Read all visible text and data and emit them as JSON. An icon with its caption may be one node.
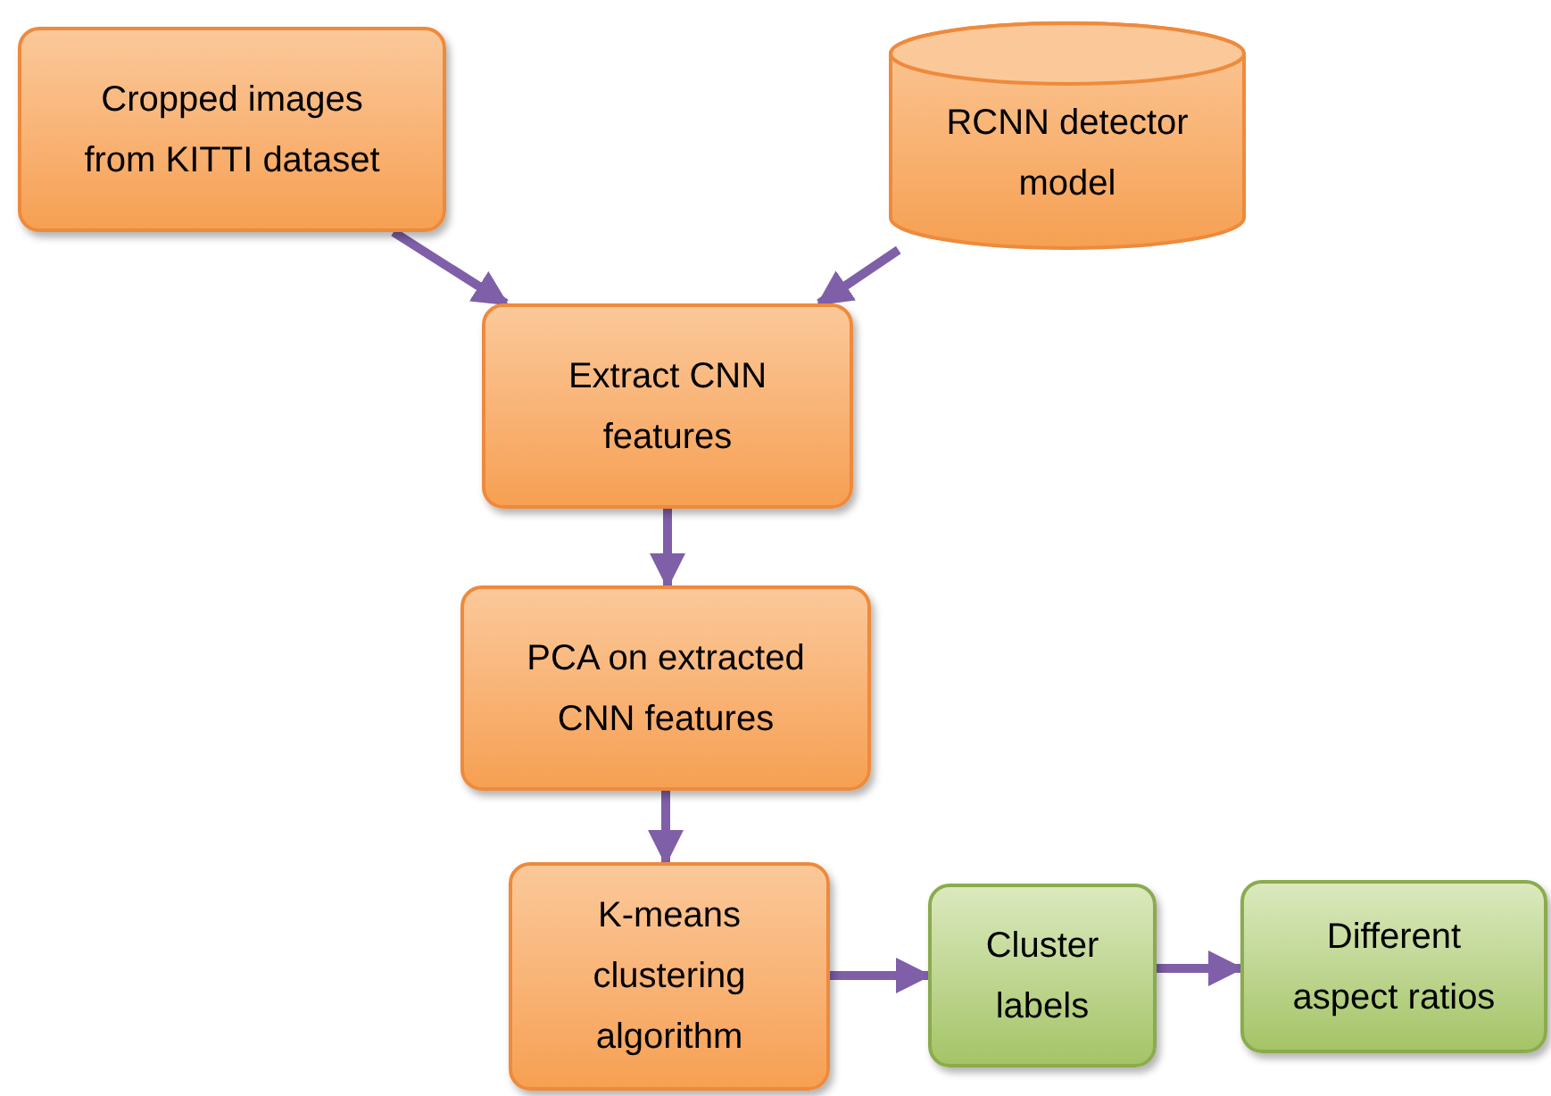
{
  "diagram": {
    "nodes": [
      {
        "text": [
          "Cropped images from KITTI dataset"
        ]
      },
      {
        "text": [
          "RCNN detector model"
        ]
      },
      {
        "text": [
          "Extract CNN features"
        ]
      },
      {
        "text": [
          "PCA on extracted CNN features"
        ]
      },
      {
        "text": [
          "K-means clustering algorithm"
        ]
      },
      {
        "text": [
          "Cluster labels"
        ]
      },
      {
        "text": [
          "Different aspect ratios"
        ]
      }
    ],
    "edges": [
      {
        "from": 0,
        "to": 2,
        "arrow": "to"
      },
      {
        "from": 1,
        "to": 2,
        "arrow": "to"
      },
      {
        "from": 2,
        "to": 3,
        "arrow": "to"
      },
      {
        "from": 3,
        "to": 4,
        "arrow": "to"
      },
      {
        "from": 4,
        "to": 5,
        "arrow": "to"
      },
      {
        "from": 5,
        "to": 6,
        "arrow": "to"
      }
    ]
  }
}
